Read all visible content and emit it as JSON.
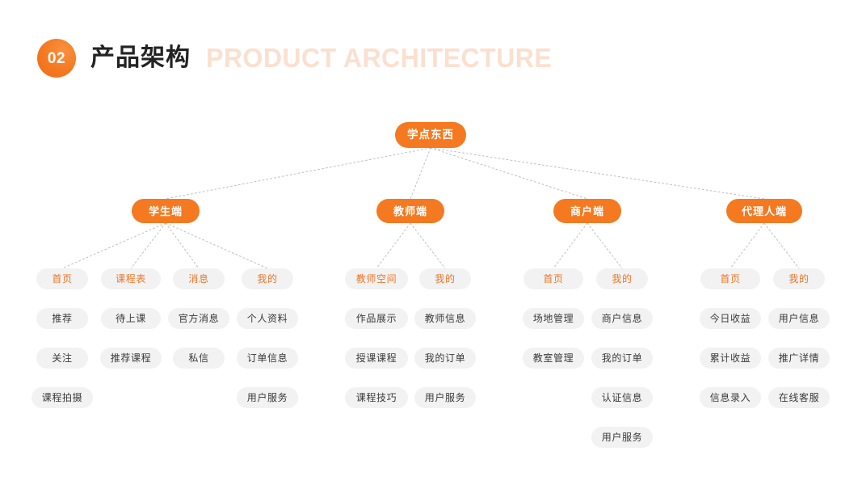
{
  "header": {
    "step_number": "02",
    "title_cn": "产品架构",
    "title_en": "PRODUCT ARCHITECTURE",
    "accent_color": "#F47920",
    "title_en_color": "#FBE0CF"
  },
  "diagram": {
    "root": {
      "label": "学点东西"
    },
    "branches": [
      {
        "label": "学生端",
        "columns": [
          {
            "header": "首页",
            "items": [
              "推荐",
              "关注",
              "课程拍摄"
            ]
          },
          {
            "header": "课程表",
            "items": [
              "待上课",
              "推荐课程"
            ]
          },
          {
            "header": "消息",
            "items": [
              "官方消息",
              "私信"
            ]
          },
          {
            "header": "我的",
            "items": [
              "个人资料",
              "订单信息",
              "用户服务"
            ]
          }
        ]
      },
      {
        "label": "教师端",
        "columns": [
          {
            "header": "教师空间",
            "items": [
              "作品展示",
              "授课课程",
              "课程技巧"
            ]
          },
          {
            "header": "我的",
            "items": [
              "教师信息",
              "我的订单",
              "用户服务"
            ]
          }
        ]
      },
      {
        "label": "商户端",
        "columns": [
          {
            "header": "首页",
            "items": [
              "场地管理",
              "教室管理"
            ]
          },
          {
            "header": "我的",
            "items": [
              "商户信息",
              "我的订单",
              "认证信息",
              "用户服务"
            ]
          }
        ]
      },
      {
        "label": "代理人端",
        "columns": [
          {
            "header": "首页",
            "items": [
              "今日收益",
              "累计收益",
              "信息录入"
            ]
          },
          {
            "header": "我的",
            "items": [
              "用户信息",
              "推广详情",
              "在线客服"
            ]
          }
        ]
      }
    ],
    "connector_color": "#BFBFBF",
    "node_fill_primary": "#F47920",
    "node_fill_secondary": "#F2F2F2",
    "node_text_primary": "#FFFFFF",
    "node_text_header": "#E8762B",
    "node_text_leaf": "#3A3A3A"
  }
}
